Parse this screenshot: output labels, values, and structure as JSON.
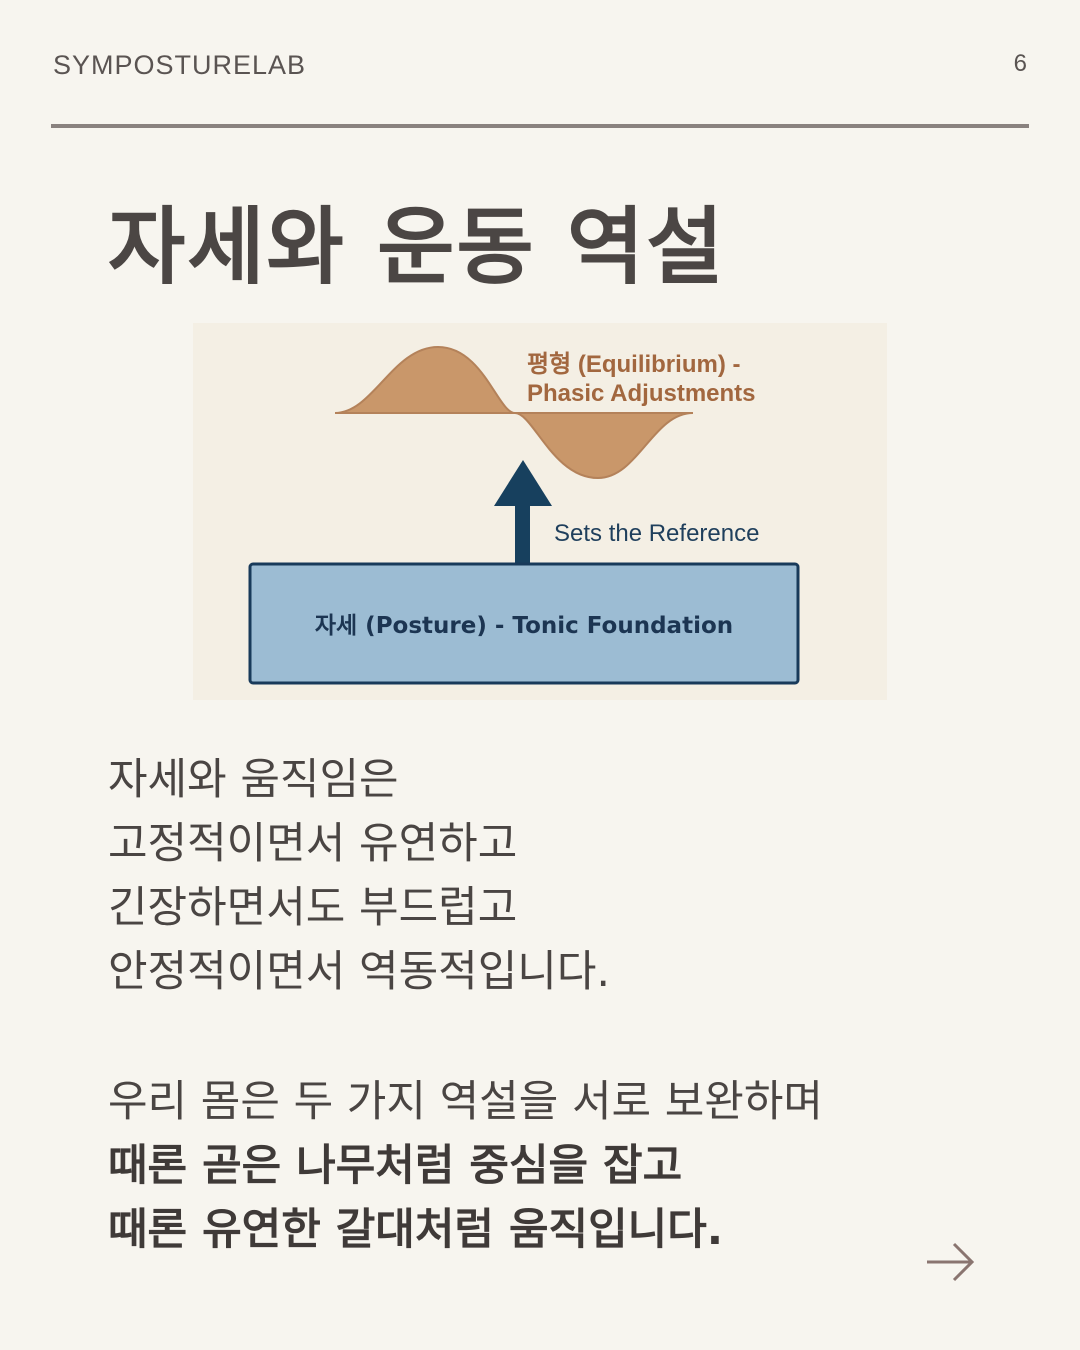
{
  "header": {
    "brand": "SYMPOSTURELAB",
    "page_number": "6"
  },
  "title": "자세와 운동 역설",
  "diagram": {
    "top_label_line1": "평형 (Equilibrium) -",
    "top_label_line2": "Phasic Adjustments",
    "arrow_label": "Sets the Reference",
    "box_label": "자세 (Posture) - Tonic Foundation",
    "colors": {
      "wave": "#c9976a",
      "arrow": "#17405e",
      "box_fill": "#9cbcd3",
      "box_border": "#183a5a",
      "label_brown": "#a2673f"
    }
  },
  "body": {
    "paragraph1": [
      "자세와 움직임은",
      "고정적이면서 유연하고",
      "긴장하면서도 부드럽고",
      "안정적이면서 역동적입니다."
    ],
    "paragraph2_intro": "우리 몸은 두 가지 역설을 서로 보완하며",
    "paragraph2_bold": [
      "때론 곧은 나무처럼 중심을 잡고",
      "때론 유연한 갈대처럼 움직입니다."
    ]
  },
  "navigation": {
    "next_icon": "arrow-right-icon"
  }
}
